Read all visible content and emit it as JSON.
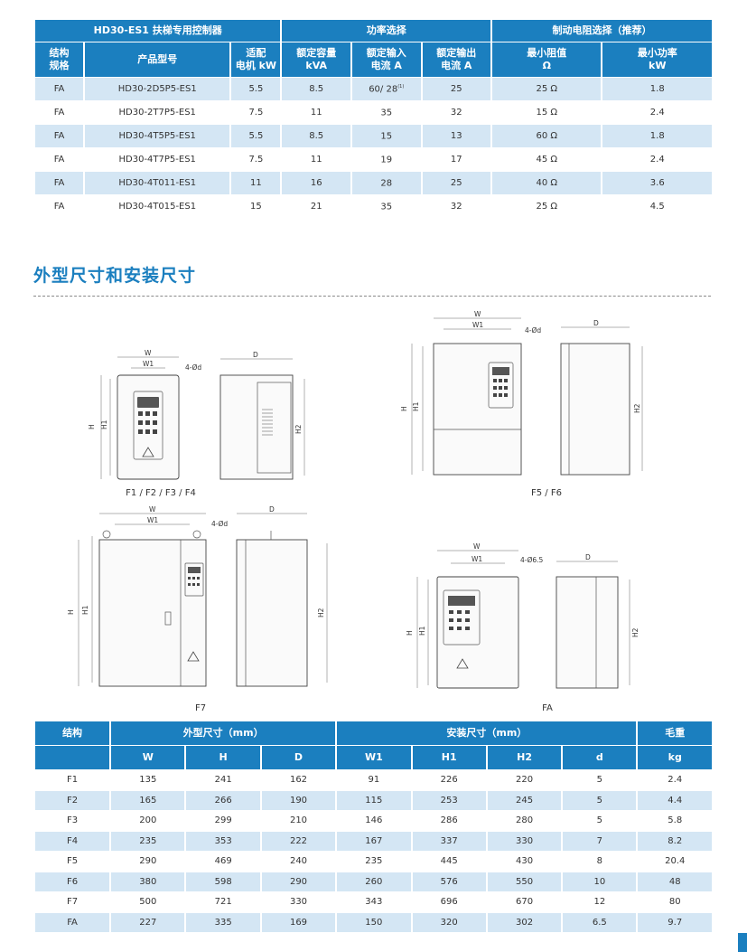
{
  "spec_table": {
    "group_headers": [
      "HD30-ES1 扶梯专用控制器",
      "功率选择",
      "制动电阻选择（推荐）"
    ],
    "columns": [
      {
        "line1": "结构",
        "line2": "规格"
      },
      {
        "line1": "产品型号",
        "line2": ""
      },
      {
        "line1": "适配",
        "line2": "电机 kW"
      },
      {
        "line1": "额定容量",
        "line2": "kVA"
      },
      {
        "line1": "额定输入",
        "line2": "电流 A"
      },
      {
        "line1": "额定输出",
        "line2": "电流 A"
      },
      {
        "line1": "最小阻值",
        "line2": "Ω"
      },
      {
        "line1": "最小功率",
        "line2": "kW"
      }
    ],
    "rows": [
      {
        "frame": "FA",
        "model": "HD30-2D5P5-ES1",
        "motor": "5.5",
        "kva": "8.5",
        "input": "60/ 28",
        "input_note": "(1)",
        "output": "25",
        "rmin": "25 Ω",
        "pmin": "1.8"
      },
      {
        "frame": "FA",
        "model": "HD30-2T7P5-ES1",
        "motor": "7.5",
        "kva": "11",
        "input": "35",
        "input_note": "",
        "output": "32",
        "rmin": "15 Ω",
        "pmin": "2.4"
      },
      {
        "frame": "FA",
        "model": "HD30-4T5P5-ES1",
        "motor": "5.5",
        "kva": "8.5",
        "input": "15",
        "input_note": "",
        "output": "13",
        "rmin": "60 Ω",
        "pmin": "1.8"
      },
      {
        "frame": "FA",
        "model": "HD30-4T7P5-ES1",
        "motor": "7.5",
        "kva": "11",
        "input": "19",
        "input_note": "",
        "output": "17",
        "rmin": "45 Ω",
        "pmin": "2.4"
      },
      {
        "frame": "FA",
        "model": "HD30-4T011-ES1",
        "motor": "11",
        "kva": "16",
        "input": "28",
        "input_note": "",
        "output": "25",
        "rmin": "40 Ω",
        "pmin": "3.6"
      },
      {
        "frame": "FA",
        "model": "HD30-4T015-ES1",
        "motor": "15",
        "kva": "21",
        "input": "35",
        "input_note": "",
        "output": "32",
        "rmin": "25 Ω",
        "pmin": "4.5"
      }
    ]
  },
  "section_title": "外型尺寸和安装尺寸",
  "drawings": {
    "labels": {
      "W": "W",
      "W1": "W1",
      "H": "H",
      "H1": "H1",
      "H2": "H2",
      "D": "D"
    },
    "f1_holes": "4-Ød",
    "f5_holes": "4-Ød",
    "f7_holes": "4-Ød",
    "fa_holes": "4-Ø6.5",
    "captions": {
      "f1": "F1 / F2 / F3 / F4",
      "f5": "F5 / F6",
      "f7": "F7",
      "fa": "FA"
    }
  },
  "dim_table": {
    "group_headers": [
      "结构",
      "外型尺寸（mm）",
      "安装尺寸（mm）",
      "毛重"
    ],
    "columns": [
      "W",
      "H",
      "D",
      "W1",
      "H1",
      "H2",
      "d",
      "kg"
    ],
    "rows": [
      [
        "F1",
        "135",
        "241",
        "162",
        "91",
        "226",
        "220",
        "5",
        "2.4"
      ],
      [
        "F2",
        "165",
        "266",
        "190",
        "115",
        "253",
        "245",
        "5",
        "4.4"
      ],
      [
        "F3",
        "200",
        "299",
        "210",
        "146",
        "286",
        "280",
        "5",
        "5.8"
      ],
      [
        "F4",
        "235",
        "353",
        "222",
        "167",
        "337",
        "330",
        "7",
        "8.2"
      ],
      [
        "F5",
        "290",
        "469",
        "240",
        "235",
        "445",
        "430",
        "8",
        "20.4"
      ],
      [
        "F6",
        "380",
        "598",
        "290",
        "260",
        "576",
        "550",
        "10",
        "48"
      ],
      [
        "F7",
        "500",
        "721",
        "330",
        "343",
        "696",
        "670",
        "12",
        "80"
      ],
      [
        "FA",
        "227",
        "335",
        "169",
        "150",
        "320",
        "302",
        "6.5",
        "9.7"
      ]
    ]
  },
  "colors": {
    "accent": "#1b7fbf",
    "row_alt": "#d4e6f4"
  }
}
